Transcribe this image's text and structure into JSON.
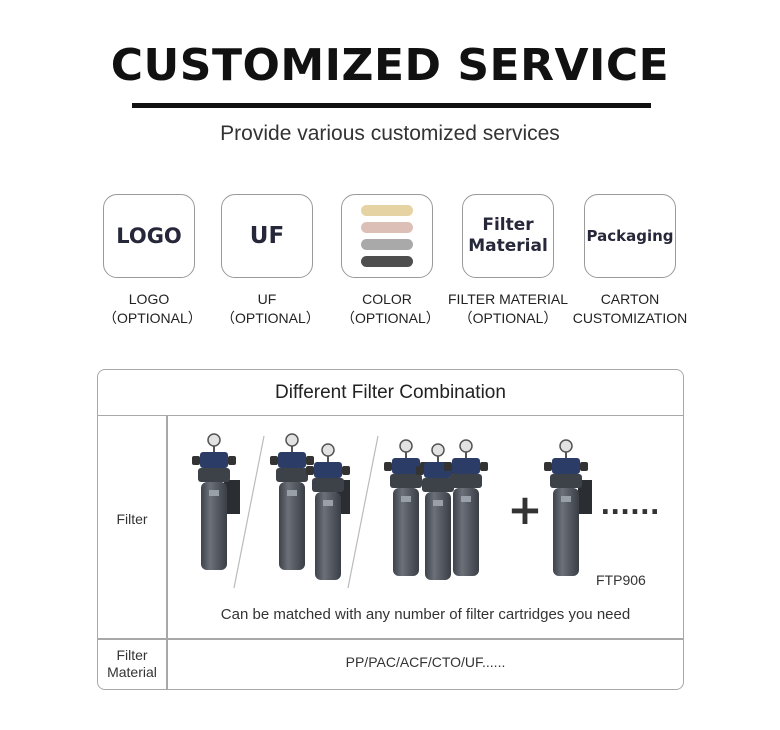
{
  "header": {
    "title": "CUSTOMIZED SERVICE",
    "subtitle": "Provide various customized services"
  },
  "services": [
    {
      "icon_text": "LOGO",
      "label_line1": "LOGO",
      "label_line2": "（OPTIONAL）"
    },
    {
      "icon_text": "UF",
      "label_line1": "UF",
      "label_line2": "（OPTIONAL）"
    },
    {
      "icon_text": "",
      "label_line1": "COLOR",
      "label_line2": "（OPTIONAL）"
    },
    {
      "icon_text_line1": "Filter",
      "icon_text_line2": "Material",
      "label_line1": "FILTER MATERIAL",
      "label_line2": "（OPTIONAL）"
    },
    {
      "icon_text": "Packaging",
      "label_line1": "CARTON",
      "label_line2": "CUSTOMIZATION"
    }
  ],
  "color_swatches": [
    "#e6d3a3",
    "#dcbfb7",
    "#a9a9a9",
    "#4e4e4e"
  ],
  "table": {
    "heading": "Different Filter Combination",
    "row1_label": "Filter",
    "row2_label_line1": "Filter",
    "row2_label_line2": "Material",
    "caption": "Can be matched with any number of filter cartridges you need",
    "materials": "PP/PAC/ACF/CTO/UF......",
    "plus": "+",
    "ellipsis": "......",
    "model": "FTP906"
  },
  "colors": {
    "housing": "#4f545c",
    "housing_dark": "#3a3e45",
    "valve_blue": "#2b3d66",
    "gauge": "#d9d9d9"
  }
}
